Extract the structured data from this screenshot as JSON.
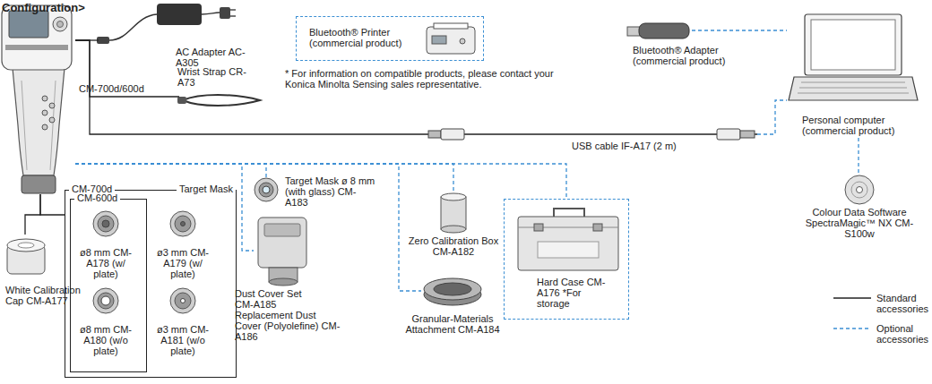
{
  "diagram": {
    "title": "Configuration>",
    "nodes": [
      {
        "text": [
          "CM-700d/600d"
        ]
      },
      {
        "text": [
          "AC Adapter AC-A305"
        ]
      },
      {
        "text": [
          "Wrist Strap CR-A73"
        ]
      },
      {
        "text": [
          "Bluetooth® Printer (commercial product)"
        ]
      },
      {
        "text": [
          "Bluetooth® Adapter (commercial product)"
        ]
      },
      {
        "text": [
          "Personal computer (commercial product)"
        ]
      },
      {
        "text": [
          "Colour Data Software SpectraMagic™ NX CM-S100w"
        ]
      },
      {
        "text": [
          "White Calibration Cap CM-A177"
        ]
      },
      {
        "text": [
          "CM-700d",
          "Target Mask"
        ]
      },
      {
        "text": [
          "CM-600d"
        ],
        "in": 8
      },
      {
        "text": [
          "ø8 mm CM-A178 (w/ plate)"
        ],
        "in": 9
      },
      {
        "text": [
          "ø8 mm CM-A180 (w/o plate)"
        ],
        "in": 9
      },
      {
        "text": [
          "ø3 mm CM-A179 (w/ plate)"
        ],
        "in": 8
      },
      {
        "text": [
          "ø3 mm CM-A181 (w/o plate)"
        ],
        "in": 8
      },
      {
        "text": [
          "Target Mask ø 8 mm (with glass) CM-A183"
        ]
      },
      {
        "text": [
          "Dust Cover Set CM-A185",
          "Replacement Dust Cover (Polyolefine) CM-A186"
        ]
      },
      {
        "text": [
          "Zero Calibration Box CM-A182"
        ]
      },
      {
        "text": [
          "Hard Case CM-A176 *For storage"
        ]
      },
      {
        "text": [
          "Granular-Materials Attachment CM-A184"
        ]
      }
    ],
    "edges": [
      {
        "from": 0,
        "to": 1,
        "arrow": "none"
      },
      {
        "from": 0,
        "to": 2,
        "arrow": "none"
      },
      {
        "from": 0,
        "to": 5,
        "label": "USB cable IF-A17 (2 m)",
        "arrow": "none"
      },
      {
        "from": 4,
        "to": 5,
        "arrow": "none"
      },
      {
        "from": 5,
        "to": 6,
        "arrow": "none"
      },
      {
        "from": 0,
        "to": 7,
        "arrow": "none"
      },
      {
        "from": 0,
        "to": 8,
        "arrow": "none"
      },
      {
        "from": 0,
        "to": 14,
        "arrow": "none"
      },
      {
        "from": 0,
        "to": 15,
        "arrow": "none"
      },
      {
        "from": 0,
        "to": 16,
        "arrow": "none"
      },
      {
        "from": 0,
        "to": 17,
        "arrow": "none"
      },
      {
        "from": 0,
        "to": 18,
        "arrow": "none"
      }
    ],
    "labels": [
      "* For information on compatible products, please contact your Konica Minolta Sensing sales representative."
    ],
    "legend": [
      {
        "text": "Standard accessories"
      },
      {
        "text": "Optional accessories"
      }
    ]
  }
}
